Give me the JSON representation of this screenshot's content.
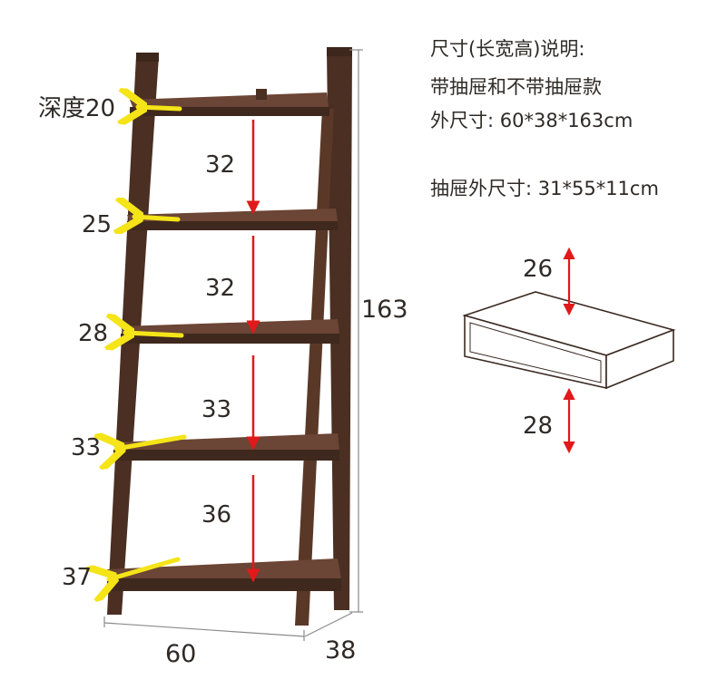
{
  "specs": {
    "heading": "尺寸(长宽高)说明:",
    "variant": "带抽屉和不带抽屉款",
    "outer_size": "外尺寸: 60*38*163cm",
    "drawer_size": "抽屉外尺寸: 31*55*11cm"
  },
  "shelf": {
    "depth_labels": [
      "深度20",
      "25",
      "28",
      "33",
      "37"
    ],
    "gap_labels": [
      "32",
      "32",
      "33",
      "36"
    ],
    "total_height": "163",
    "width": "60",
    "depth": "38"
  },
  "drawer": {
    "top_clearance": "26",
    "bottom_clearance": "28"
  },
  "colors": {
    "wood": "#4a2f22",
    "wood_light": "#6b4535",
    "depth_arrow": "#f4e418",
    "gap_arrow": "#e0191b",
    "dim_line": "#8a8a8a"
  }
}
